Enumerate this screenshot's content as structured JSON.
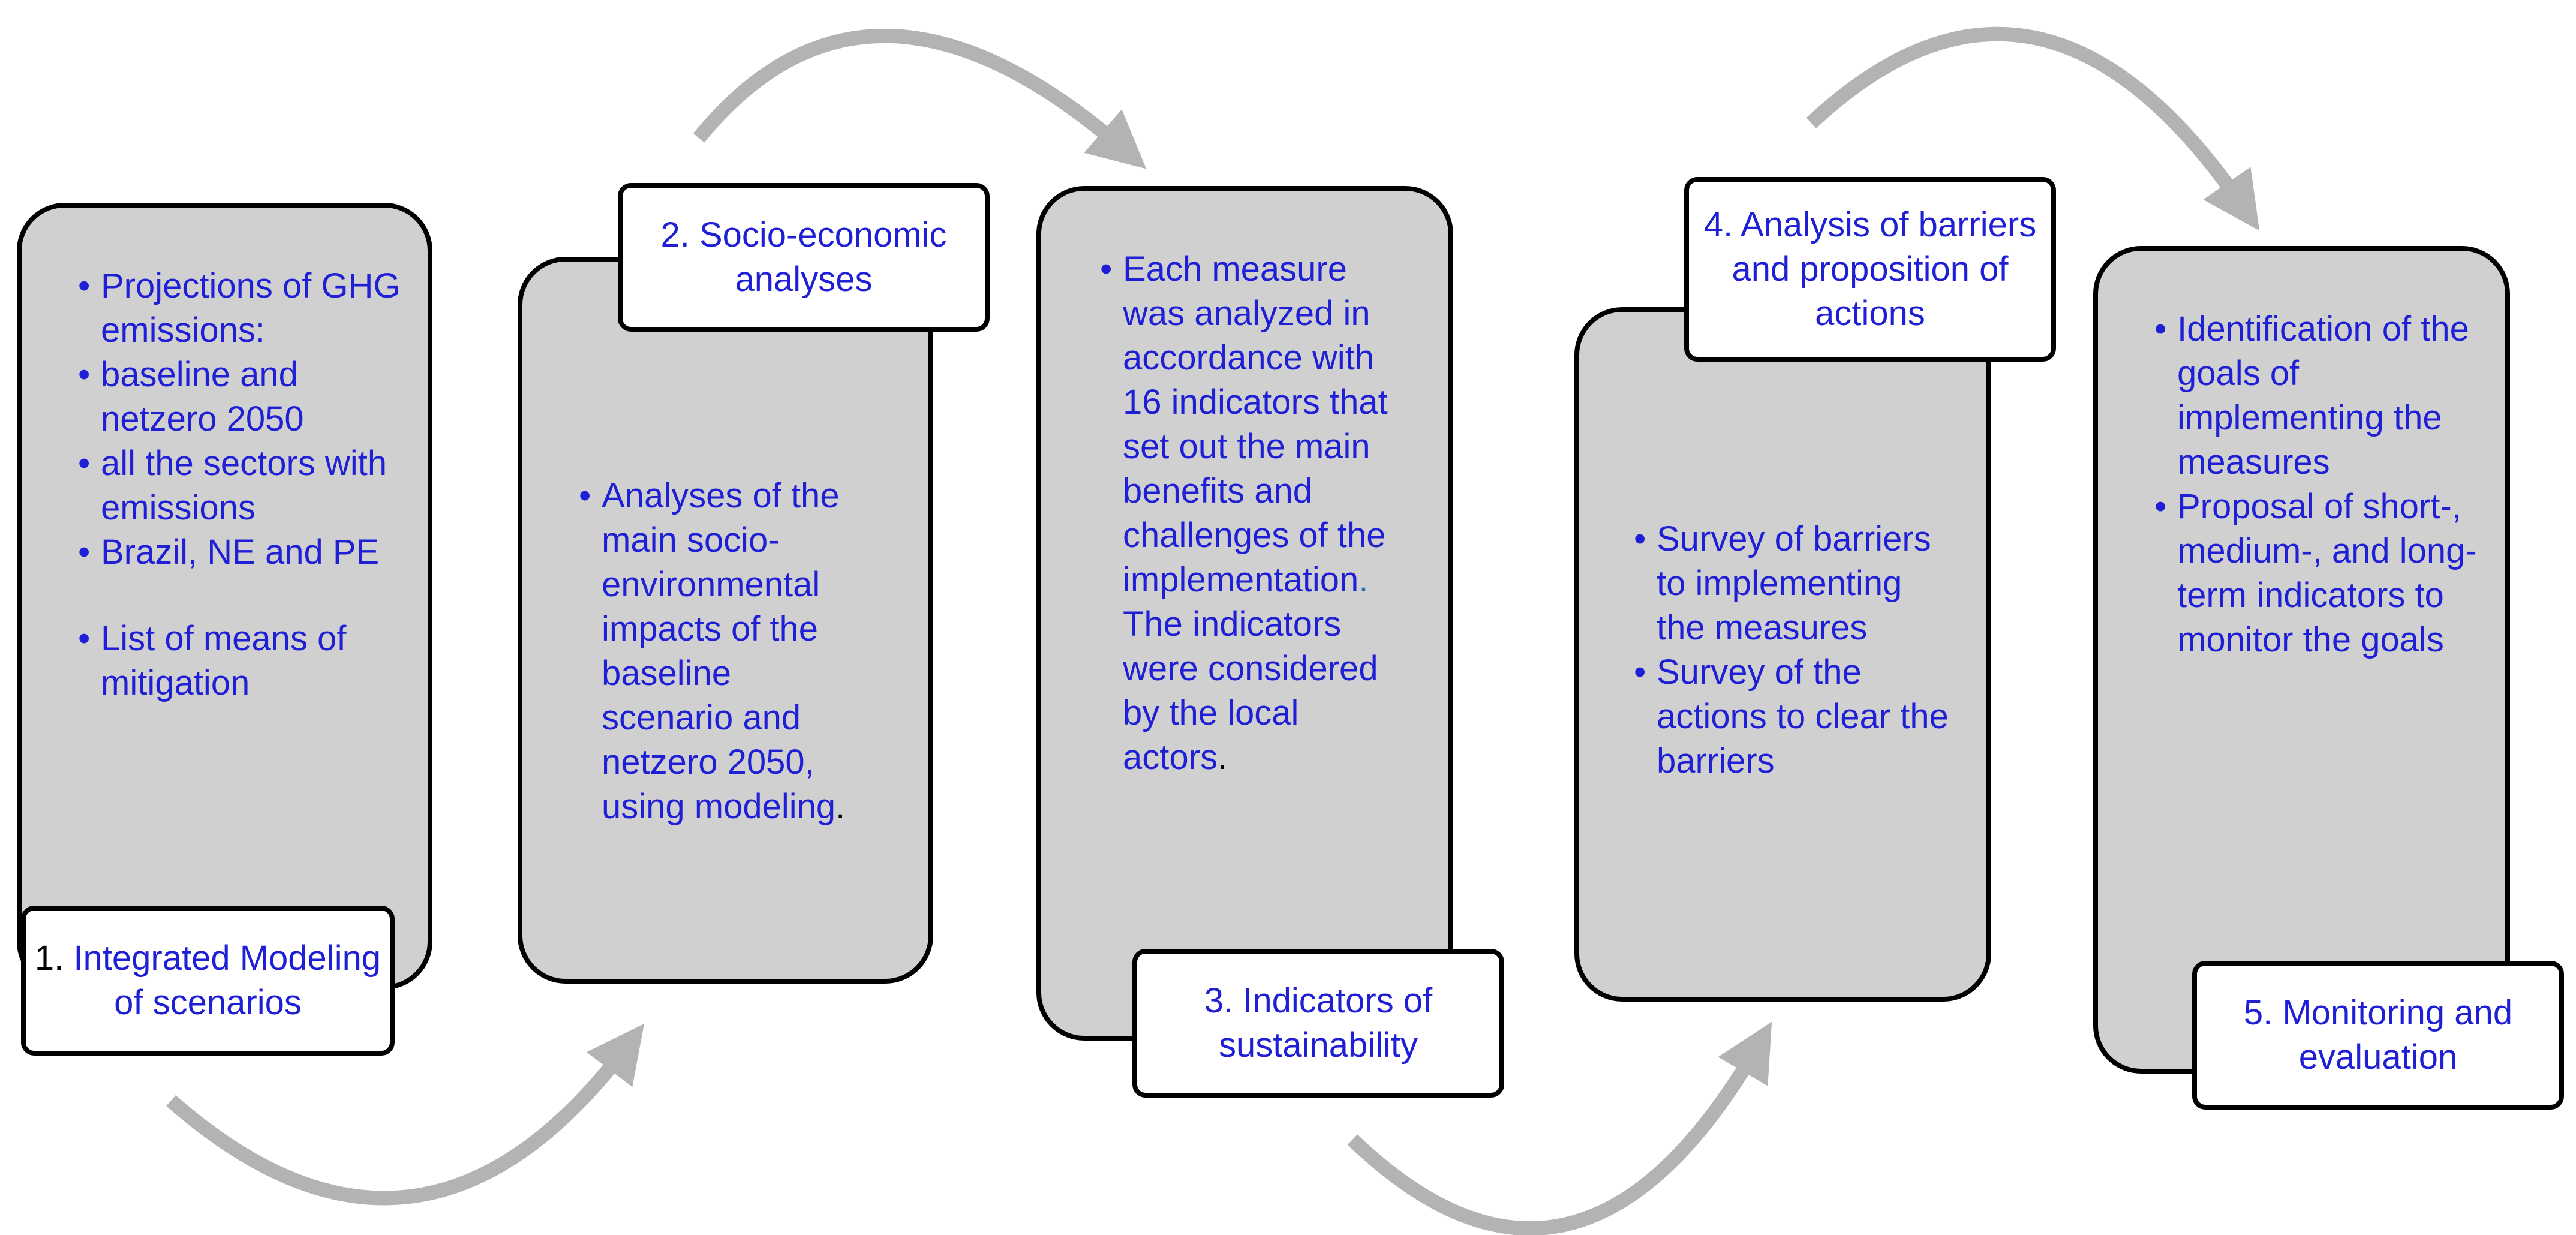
{
  "colors": {
    "panel_fill": "#d0d0d0",
    "outline": "#000000",
    "text_blue": "#1f1fd6",
    "arrow": "#b3b3b3"
  },
  "steps": [
    {
      "label_num": "1.",
      "label_rest": "Integrated Modeling of scenarios",
      "bullets": [
        "Projections of GHG emissions:",
        "baseline and netzero 2050",
        "all the sectors with emissions",
        "Brazil, NE and PE",
        "List of means of mitigation"
      ]
    },
    {
      "label": "2. Socio-economic analyses",
      "bullet_text": "Analyses of the main socio-environmental impacts of the baseline scenario and netzero 2050, using modeling",
      "bullet_tail": "."
    },
    {
      "label": "3. Indicators of sustainability",
      "bullet_text": "Each measure was analyzed in accordance with 16 indicators that set out the main benefits and challenges of the implementation",
      "bullet_dot": ".",
      "bullet_text2": " The indicators were considered by the local actors",
      "bullet_tail": "."
    },
    {
      "label": "4. Analysis of barriers and proposition of actions",
      "bullets": [
        "Survey of barriers to implementing the measures",
        "Survey of the actions to clear the barriers"
      ]
    },
    {
      "label": "5. Monitoring and evaluation",
      "bullets": [
        "Identification of the goals of implementing the measures",
        "Proposal of short-, medium-, and long-term indicators to monitor the goals"
      ]
    }
  ]
}
